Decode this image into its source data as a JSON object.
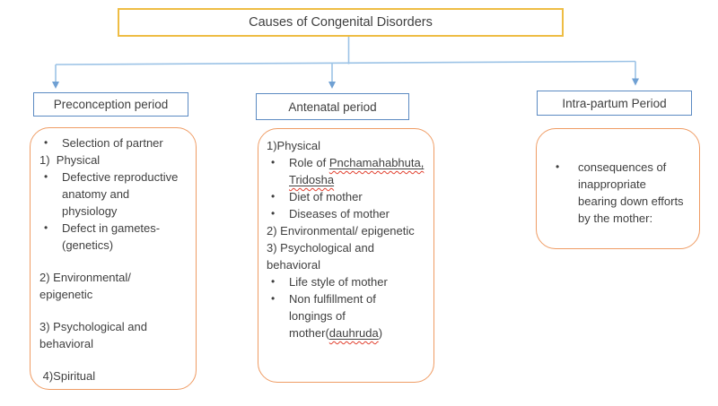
{
  "title": {
    "text": "Causes of Congenital Disorders"
  },
  "bullet_glyph": "•",
  "colors": {
    "title_border": "#eebd44",
    "header_border": "#5b8ac2",
    "content_border": "#ef9c64",
    "connector": "#9cc3e6",
    "arrow": "#6fa0d3",
    "text": "#3f3f3f",
    "spellcheck": "#e2402f"
  },
  "columns": [
    {
      "id": "preconception",
      "header": "Preconception period",
      "items": [
        {
          "type": "bullet",
          "text": "Selection of partner"
        },
        {
          "type": "plain",
          "text": "1)  Physical"
        },
        {
          "type": "bullet",
          "text": "Defective reproductive\nanatomy and\nphysiology"
        },
        {
          "type": "bullet",
          "text": "Defect in gametes-\n(genetics)"
        },
        {
          "type": "spacer"
        },
        {
          "type": "plain",
          "text": "2) Environmental/\nepigenetic"
        },
        {
          "type": "spacer"
        },
        {
          "type": "plain",
          "text": "3) Psychological and\nbehavioral"
        },
        {
          "type": "spacer"
        },
        {
          "type": "plain",
          "text": " 4)Spiritual"
        }
      ]
    },
    {
      "id": "antenatal",
      "header": "Antenatal period",
      "items": [
        {
          "type": "plain",
          "text": "1)Physical"
        },
        {
          "type": "bullet",
          "segments": [
            {
              "text": "Role of "
            },
            {
              "text": "Pnchamahabhuta,",
              "underline": true,
              "misspelled": true
            },
            {
              "text": "\n"
            },
            {
              "text": "Tridosha",
              "underline": true,
              "misspelled": true
            }
          ]
        },
        {
          "type": "bullet",
          "text": "Diet of mother"
        },
        {
          "type": "bullet",
          "text": "Diseases of mother"
        },
        {
          "type": "plain",
          "text": "2) Environmental/ epigenetic"
        },
        {
          "type": "plain",
          "text": "3) Psychological and\nbehavioral"
        },
        {
          "type": "bullet",
          "text": "Life style of mother"
        },
        {
          "type": "bullet",
          "segments": [
            {
              "text": "Non fulfillment of\nlongings of\nmother("
            },
            {
              "text": "dauhruda",
              "underline": true,
              "misspelled": true
            },
            {
              "text": ")"
            }
          ]
        }
      ]
    },
    {
      "id": "intrapartum",
      "header": "Intra-partum Period",
      "items": [
        {
          "type": "bullet",
          "text": "consequences of\ninappropriate\nbearing down efforts\nby the mother:"
        }
      ]
    }
  ]
}
